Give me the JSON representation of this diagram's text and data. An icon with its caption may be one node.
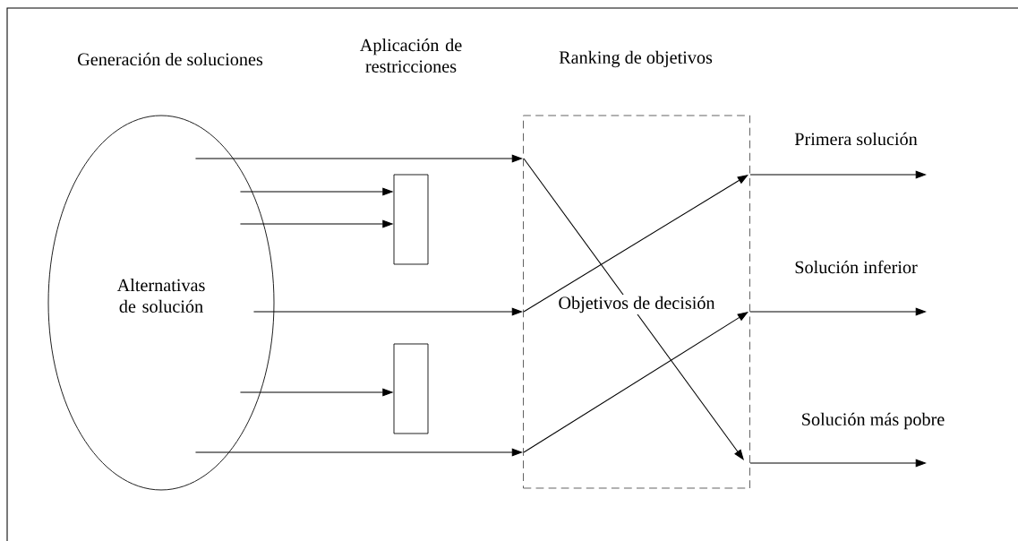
{
  "diagram": {
    "nodes": [
      {
        "text": [
          "Alternativas de solución"
        ]
      },
      {
        "text": [],
        "shape": "box"
      },
      {
        "text": [],
        "shape": "box"
      },
      {
        "text": [
          "Objetivos de decisión"
        ]
      }
    ],
    "edges": [
      {
        "from": 0,
        "to": 3,
        "arrow": "to"
      },
      {
        "from": 0,
        "to": 1,
        "arrow": "to"
      },
      {
        "from": 0,
        "to": 1,
        "arrow": "to"
      },
      {
        "from": 0,
        "to": 3,
        "arrow": "to"
      },
      {
        "from": 0,
        "to": 2,
        "arrow": "to"
      },
      {
        "from": 0,
        "to": 3,
        "arrow": "to"
      },
      {
        "from": 3,
        "to": null,
        "arrow": "to"
      },
      {
        "from": 3,
        "to": null,
        "arrow": "to"
      },
      {
        "from": 3,
        "to": null,
        "arrow": "to"
      }
    ],
    "labels": [
      "Generación de soluciones",
      "Aplicación de restricciones",
      "Ranking de objetivos",
      "Primera solución",
      "Solución inferior",
      "Solución más pobre"
    ]
  }
}
